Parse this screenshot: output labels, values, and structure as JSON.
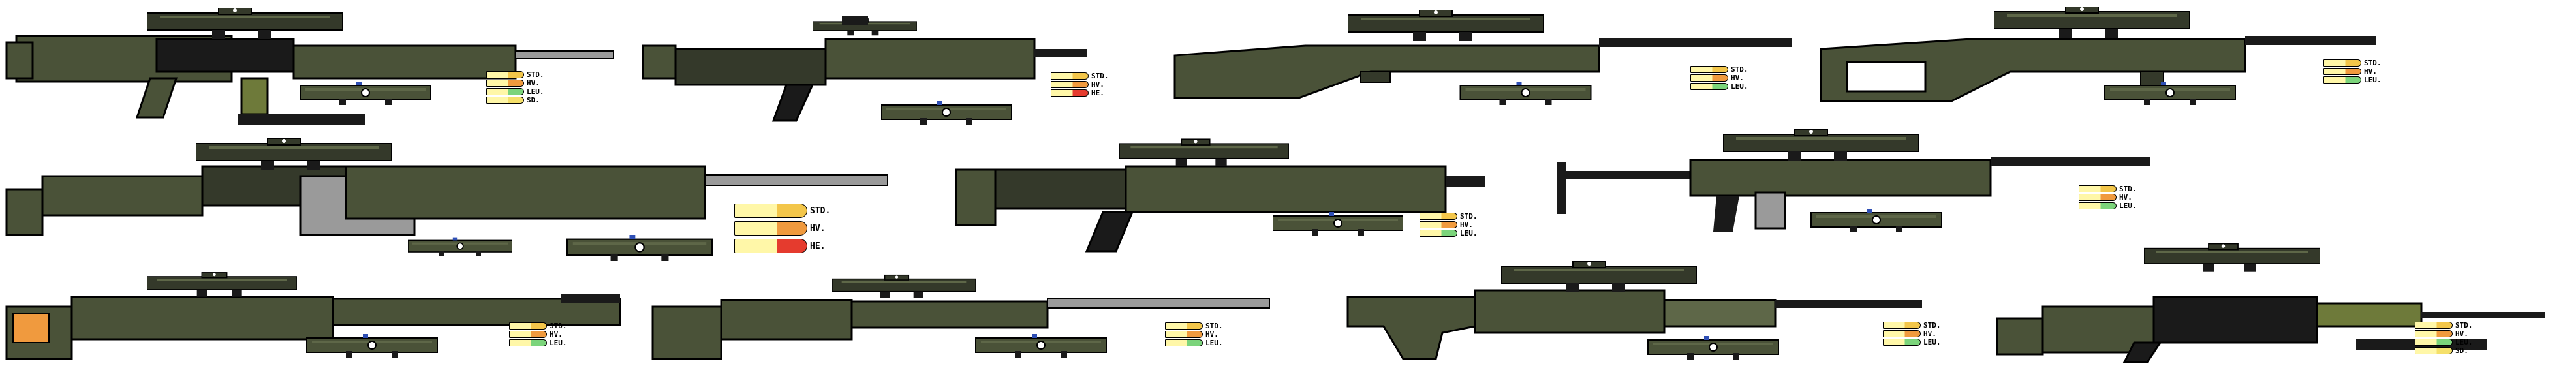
{
  "palette": {
    "olive": "#4a5238",
    "olive_dark": "#34392a",
    "olive_light": "#5e6748",
    "black": "#1a1a1a",
    "grey": "#9a9a9a",
    "grey_light": "#c7c7c7",
    "casing": "#fff7a8",
    "tip_std": "#f3c64a",
    "tip_hv": "#f09a3e",
    "tip_leu": "#7bd47b",
    "tip_sd": "#f5e06a",
    "tip_he": "#e53b2e",
    "accent_blue": "#2f4fb5",
    "accent_red": "#d9342b"
  },
  "legends": [
    {
      "id": "legend-1",
      "labels": [
        "STD.",
        "HV.",
        "LEU.",
        "SD."
      ],
      "tips": [
        "tip_std",
        "tip_hv",
        "tip_leu",
        "tip_sd"
      ]
    },
    {
      "id": "legend-2",
      "labels": [
        "STD.",
        "HV.",
        "HE."
      ],
      "tips": [
        "tip_std",
        "tip_hv",
        "tip_he"
      ]
    },
    {
      "id": "legend-3",
      "labels": [
        "STD.",
        "HV.",
        "LEU."
      ],
      "tips": [
        "tip_std",
        "tip_hv",
        "tip_leu"
      ]
    },
    {
      "id": "legend-4",
      "labels": [
        "STD.",
        "HV.",
        "LEU."
      ],
      "tips": [
        "tip_std",
        "tip_hv",
        "tip_leu"
      ]
    },
    {
      "id": "legend-5",
      "labels": [
        "STD.",
        "HV.",
        "HE."
      ],
      "tips": [
        "tip_std",
        "tip_hv",
        "tip_he"
      ]
    },
    {
      "id": "legend-6",
      "labels": [
        "STD.",
        "HV.",
        "LEU."
      ],
      "tips": [
        "tip_std",
        "tip_hv",
        "tip_leu"
      ]
    },
    {
      "id": "legend-7",
      "labels": [
        "STD.",
        "HV.",
        "LEU."
      ],
      "tips": [
        "tip_std",
        "tip_hv",
        "tip_leu"
      ]
    },
    {
      "id": "legend-8",
      "labels": [
        "STD.",
        "HV.",
        "LEU."
      ],
      "tips": [
        "tip_std",
        "tip_hv",
        "tip_leu"
      ]
    },
    {
      "id": "legend-9",
      "labels": [
        "STD.",
        "HV.",
        "LEU."
      ],
      "tips": [
        "tip_std",
        "tip_hv",
        "tip_leu"
      ]
    },
    {
      "id": "legend-10",
      "labels": [
        "STD.",
        "HV.",
        "LEU."
      ],
      "tips": [
        "tip_std",
        "tip_hv",
        "tip_leu"
      ]
    },
    {
      "id": "legend-11",
      "labels": [
        "STD.",
        "HV.",
        "LEU.",
        "SD."
      ],
      "tips": [
        "tip_std",
        "tip_hv",
        "tip_leu",
        "tip_sd"
      ]
    }
  ]
}
